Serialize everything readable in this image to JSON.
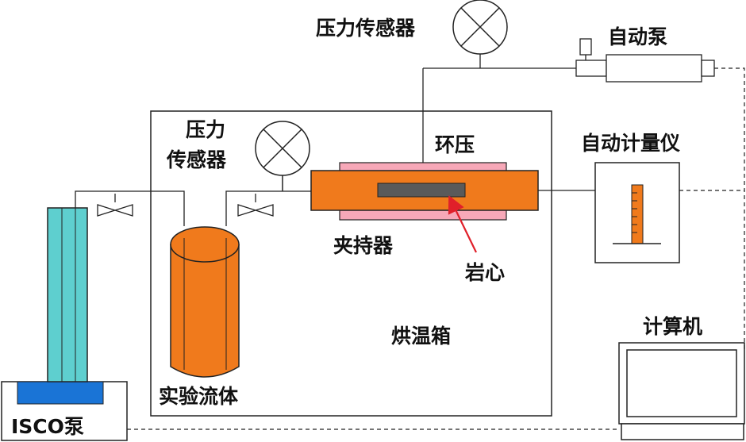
{
  "labels": {
    "top_pressure_sensor": "压力传感器",
    "auto_pump": "自动泵",
    "inner_pressure_sensor_line1": "压力",
    "inner_pressure_sensor_line2": "传感器",
    "confining_pressure": "环压",
    "auto_meter": "自动计量仪",
    "holder": "夹持器",
    "core": "岩心",
    "oven": "烘温箱",
    "computer": "计算机",
    "experimental_fluid": "实验流体",
    "isco_pump": "ISCO泵"
  },
  "colors": {
    "isco_column": "#5ecfcf",
    "isco_reservoir": "#1a74d6",
    "fluid_cylinder": "#f07a1c",
    "holder_body": "#f07a1c",
    "confining_sleeve": "#f7a8b8",
    "core_sample": "#5a5a5a",
    "meter_tube": "#f07a1c",
    "pointer_arrow": "#e0202a"
  },
  "icons": {
    "pressure_gauge": "circle-cross-icon",
    "valve": "bowtie-valve-icon"
  }
}
